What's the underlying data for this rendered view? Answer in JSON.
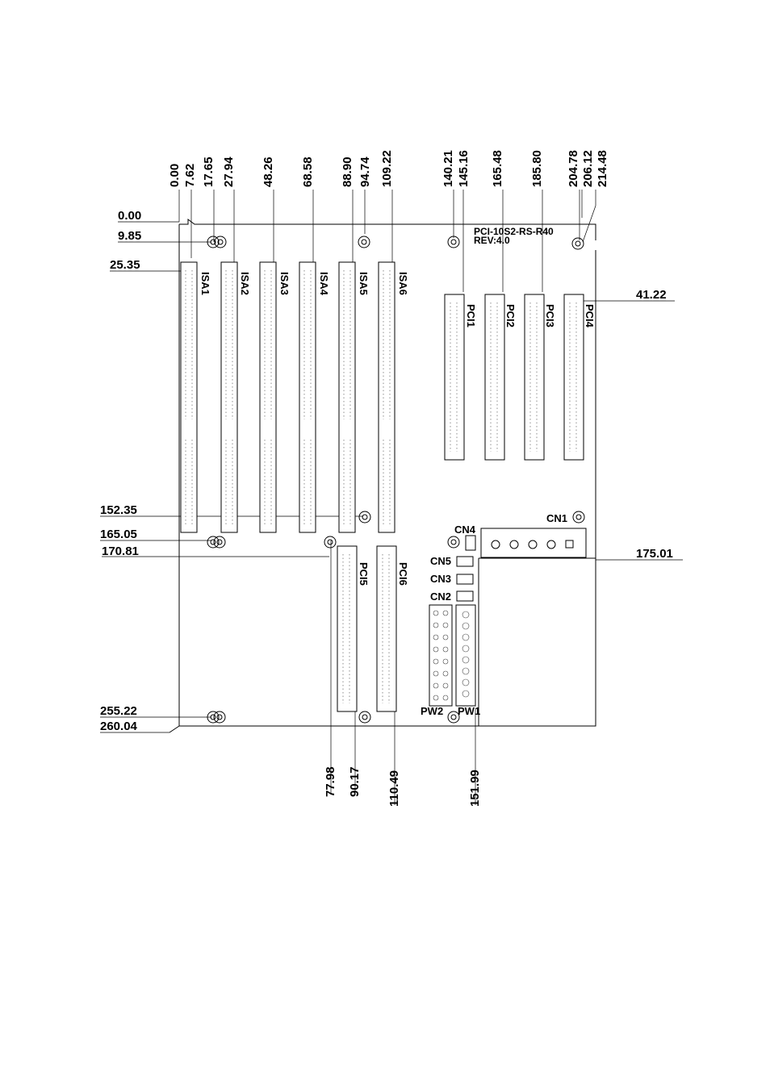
{
  "board": {
    "model": "PCI-10S2-RS-R40",
    "revision": "REV:4.0"
  },
  "top_dims": [
    "0.00",
    "7.62",
    "17.65",
    "27.94",
    "48.26",
    "68.58",
    "88.90",
    "94.74",
    "109.22",
    "140.21",
    "145.16",
    "165.48",
    "185.80",
    "204.78",
    "206.12",
    "214.48"
  ],
  "left_dims": [
    "0.00",
    "9.85",
    "25.35",
    "152.35",
    "165.05",
    "170.81",
    "255.22",
    "260.04"
  ],
  "right_dims": [
    "41.22",
    "175.01"
  ],
  "bottom_dims": [
    "77.98",
    "90.17",
    "110.49",
    "151.99"
  ],
  "isa_slots": [
    "ISA1",
    "ISA2",
    "ISA3",
    "ISA4",
    "ISA5",
    "ISA6"
  ],
  "pci_slots_top": [
    "PCI1",
    "PCI2",
    "PCI3",
    "PCI4"
  ],
  "pci_slots_bottom": [
    "PCI5",
    "PCI6"
  ],
  "connectors": [
    "CN1",
    "CN2",
    "CN3",
    "CN4",
    "CN5",
    "PW1",
    "PW2"
  ]
}
